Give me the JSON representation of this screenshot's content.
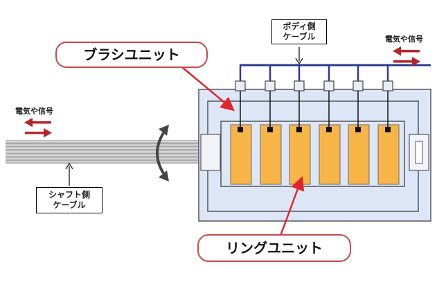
{
  "labels": {
    "brush_unit": "ブラシユニット",
    "ring_unit": "リングユニット",
    "body_cable_line1": "ボディ側",
    "body_cable_line2": "ケーブル",
    "shaft_cable_line1": "シャフト側",
    "shaft_cable_line2": "ケーブル",
    "signal_left": "電気や信号",
    "signal_right": "電気や信号"
  },
  "colors": {
    "housing_fill": "#dde6f7",
    "housing_stroke": "#555555",
    "ring_fill": "#f7b548",
    "ring_stroke": "#6a6a6a",
    "wire_blue": "#2e3a8f",
    "arrow_red": "#b5262b",
    "callout_border": "#c9464a",
    "rotation_arrow": "#444444"
  },
  "ring_count": 6
}
